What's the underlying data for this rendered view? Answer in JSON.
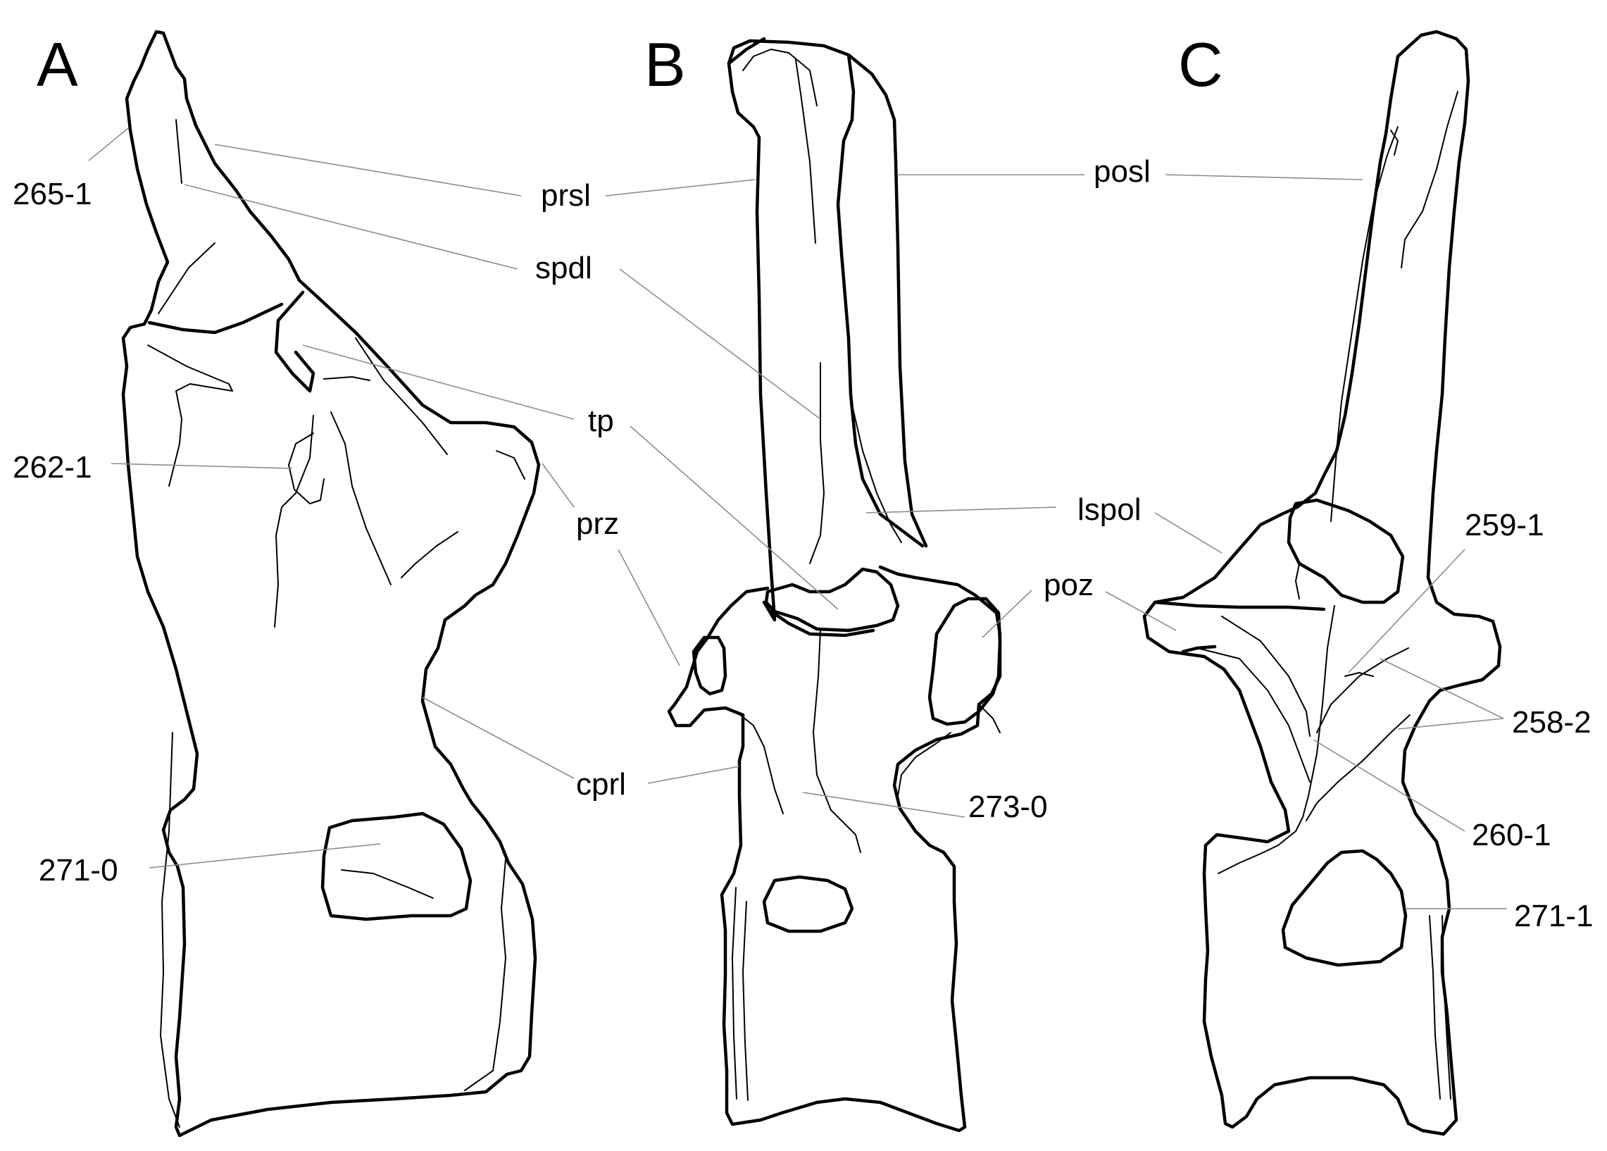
{
  "panels": {
    "a": "A",
    "b": "B",
    "c": "C"
  },
  "labels": {
    "l_265_1": "265-1",
    "l_262_1": "262-1",
    "l_271_0": "271-0",
    "prsl": "prsl",
    "spdl": "spdl",
    "tp": "tp",
    "prz": "prz",
    "cprl": "cprl",
    "l_273_0": "273-0",
    "posl": "posl",
    "lspol": "lspol",
    "poz": "poz",
    "l_259_1": "259-1",
    "l_258_2": "258-2",
    "l_260_1": "260-1",
    "l_271_1": "271-1"
  }
}
